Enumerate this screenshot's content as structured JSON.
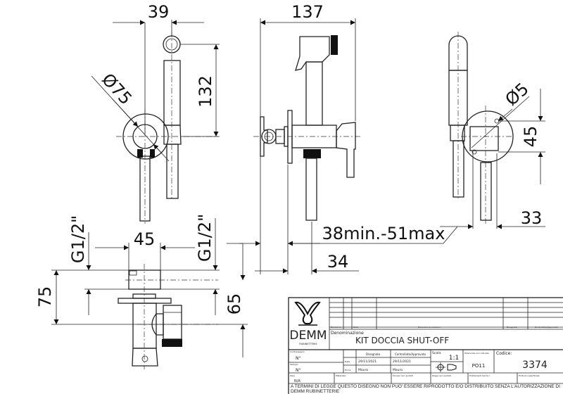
{
  "dimensions": {
    "d39": "39",
    "d137": "137",
    "d132": "132",
    "dia75": "Ø75",
    "dia5": "Ø5",
    "d45_right": "45",
    "d33": "33",
    "range": "38min.-51max",
    "d34": "34",
    "d45_bottom": "45",
    "d75": "75",
    "d65": "65",
    "thread_left": "G1/2\"",
    "thread_right": "G1/2\""
  },
  "title_block": {
    "brand": "DEMM",
    "brand_sub": "RUBINETTERIE",
    "rev_headers": {
      "revision": "Revisione",
      "date": "Data",
      "description": "Descrizione revisione",
      "drawn": "Disegnato",
      "checked": "Controllato/Approvato"
    },
    "denomination_label": "Denominazione",
    "title": "KIT DOCCIA SHUT-OFF",
    "sheet_label": "Contrassegno",
    "sheet_value": "N°",
    "stamp_label": "Stampo",
    "stamp_value": "N°",
    "drawn_label": "Disegnato",
    "checked_label": "Controllato/Approvato",
    "date_label": "Data",
    "drawn_date": "29/11/2021",
    "checked_date": "29/11/2021",
    "signature_label": "Firma",
    "drawn_by": "Mauro",
    "checked_by": "Mauro",
    "scale_label": "Scala:",
    "scale": "1:1",
    "tolerance_label": "Tolleranze non indicate",
    "tolerance": "PO11",
    "code_label": "Codice:",
    "code": "3374",
    "mass_label": "Peso",
    "mass_value": "N/A",
    "material_label": "Materiale",
    "edges_label": "Smussi non quotati",
    "radii_label": "Raggi non quotati",
    "treatment_label": "Trattamenti termici",
    "finish_label": "Finitura superficiale",
    "footer": "A TERMINI DI LEGGE QUESTO DISEGNO NON PUO' ESSERE RIPRODOTTO E/O DISTRIBUITO SENZA L'AUTORIZZAZIONE DI DEMM RUBINETTERIE"
  }
}
